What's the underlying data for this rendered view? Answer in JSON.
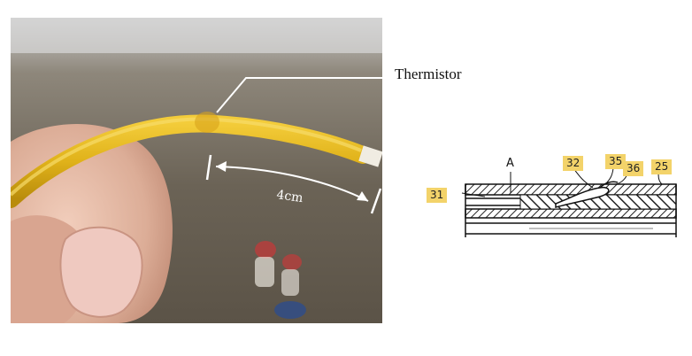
{
  "photo": {
    "label": "Thermistor",
    "distance_label": "4cm",
    "colors": {
      "wire": "#e0b21a",
      "background": "#6e6659",
      "finger": "#e4b9a4"
    }
  },
  "diagram": {
    "callouts": [
      "31",
      "32",
      "35",
      "36",
      "25"
    ],
    "marker": "A",
    "highlight_color": "#f3d36a"
  }
}
